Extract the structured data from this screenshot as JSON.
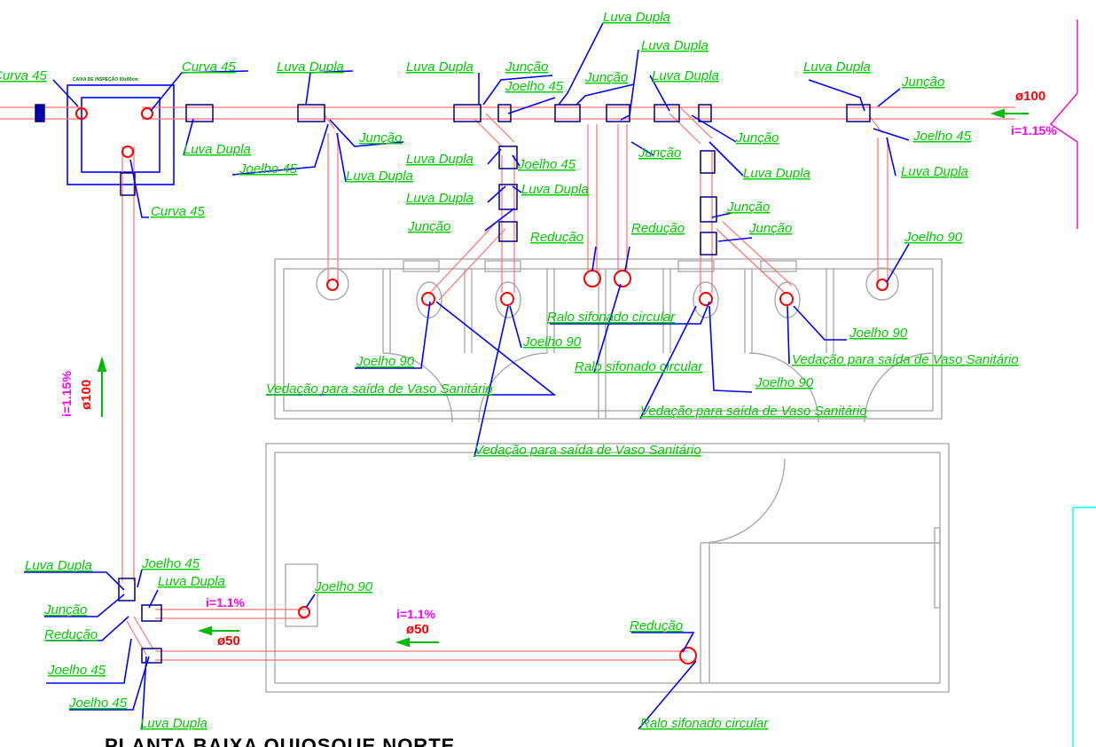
{
  "drawing_title": "PLANTA BAIXA QUIOSQUE NORTE",
  "box_label": "CAIXA DE INSPEÇÃO 60x60cm",
  "dims": {
    "d100_top": "ø100",
    "slope_top": "i=1.15%",
    "slope_vertical": "i=1.15%",
    "d100_vertical": "ø100",
    "slope_a": "i=1.1%",
    "d50_a": "ø50",
    "slope_b": "i=1.1%",
    "d50_b": "ø50"
  },
  "labels": [
    "Curva 45",
    "Curva 45",
    "Luva Dupla",
    "Luva Dupla",
    "Joelho 45",
    "Curva 45",
    "Luva Dupla",
    "Junção",
    "Luva Dupla",
    "Luva Dupla",
    "Junção",
    "Joelho 45",
    "Junção",
    "Luva Dupla",
    "Joelho 45",
    "Luva Dupla",
    "Junção",
    "Luva Dupla",
    "Junção",
    "Luva Dupla",
    "Luva Dupla",
    "Junção",
    "Luva Dupla",
    "Junção",
    "Joelho 45",
    "Luva Dupla",
    "Junção",
    "Luva Dupla",
    "Junção",
    "Redução",
    "Redução",
    "Joelho 90",
    "Ralo sifonado circular",
    "Joelho 90",
    "Joelho 90",
    "Ralo sifonado circular",
    "Joelho 90",
    "Vedação para saída de Vaso Sanitário",
    "Vedação para saída de Vaso Sanitário",
    "Vedação para saída de Vaso Sanitário",
    "Vedação para saída de Vaso Sanitário",
    "Luva Dupla",
    "Joelho 45",
    "Luva Dupla",
    "Junção",
    "Redução",
    "Joelho 45",
    "Joelho 45",
    "Luva Dupla",
    "Joelho 90",
    "Redução",
    "Ralo sifonado circular"
  ]
}
